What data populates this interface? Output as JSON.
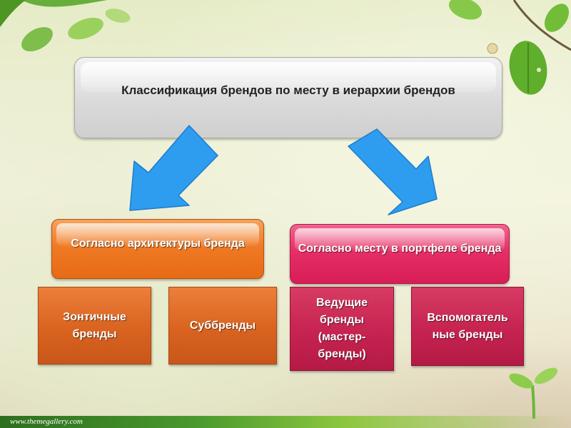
{
  "diagram": {
    "title": "Классификация брендов по месту в иерархии брендов",
    "categories": [
      {
        "label": "Согласно архитектуры бренда",
        "color": "#ef7a25",
        "children": [
          "Зонтичные бренды",
          "Суббренды"
        ]
      },
      {
        "label": "Согласно месту в портфеле бренда",
        "color": "#e52f66",
        "children": [
          "Ведущие бренды (мастер-бренды)",
          "Вспомогательные бренды"
        ]
      }
    ],
    "leaf_labels": {
      "umbrella": "Зонтичные бренды",
      "sub": "Суббренды",
      "leading": "Ведущие бренды (мастер-бренды)",
      "auxiliary": "Вспомогатель ные бренды"
    },
    "arrow_color": "#2e9df0"
  },
  "footer": {
    "text": "www.themegallery.com"
  }
}
